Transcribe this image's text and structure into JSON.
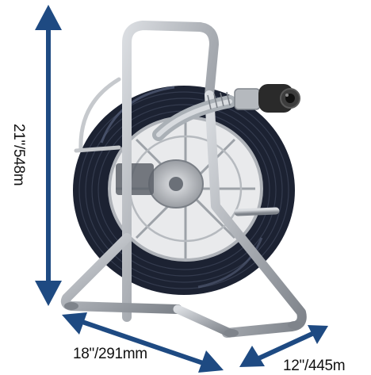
{
  "dimensions": {
    "height_label": "21\"/548m",
    "width_label": "18\"/291mm",
    "depth_label": "12\"/445m"
  },
  "colors": {
    "arrow": "#1e4a82",
    "cable": "#1c2232",
    "frame": "#b8bcc2",
    "frame_dark": "#8c9097",
    "camera_head": "#2a2a2a",
    "background": "#ffffff"
  },
  "icons": {
    "product": "pipe-inspection-camera-reel"
  }
}
